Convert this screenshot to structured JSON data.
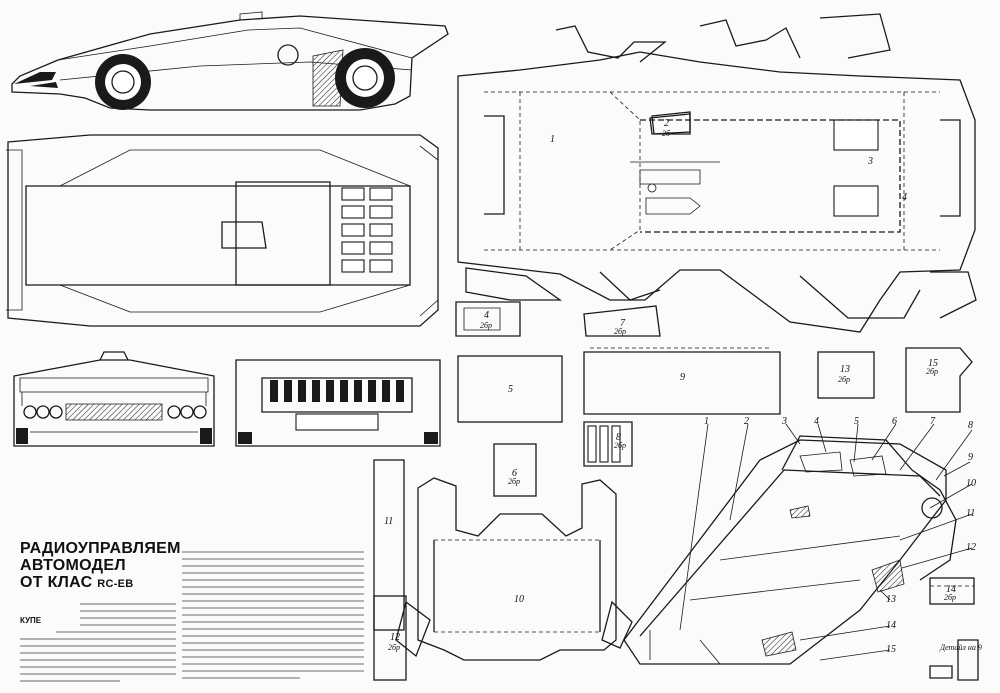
{
  "title": {
    "line1": "РАДИОУПРАВЛЯЕМ",
    "line2": "АВТОМОДЕЛ",
    "line3": "ОТ КЛАС",
    "class_code": "RC-EB"
  },
  "section_heading": "КУПЕ",
  "part_labels": {
    "p1": "1",
    "p2": "2",
    "p2b": "2б",
    "p3": "3",
    "p4": "4",
    "p5": "5",
    "p6": "6",
    "p6b": "2бр",
    "p7": "7",
    "p7b": "2бр",
    "p8": "8",
    "p8b": "2бр",
    "p9": "9",
    "p10": "10",
    "p11": "11",
    "p12": "12",
    "p12b": "2бр",
    "p13": "13",
    "p13b": "2бр",
    "p14": "14",
    "p14b": "2бр",
    "p15": "15",
    "p15b": "2бр",
    "p16": "4",
    "p16b": "2бр"
  },
  "assembly_labels": [
    "1",
    "2",
    "3",
    "4",
    "5",
    "6",
    "7",
    "8",
    "9",
    "10",
    "11",
    "12",
    "13",
    "14",
    "15"
  ],
  "detail_caption": "Детайл на 9"
}
